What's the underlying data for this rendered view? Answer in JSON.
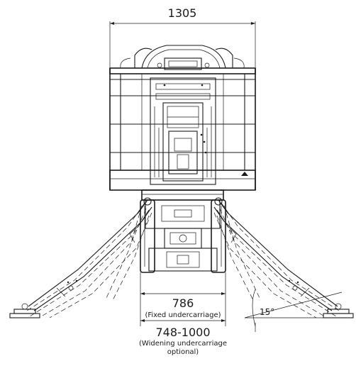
{
  "dimensions": {
    "overall_width": "1305",
    "fixed_track": "786",
    "fixed_track_note": "(Fixed undercarriage)",
    "widening_track": "748-1000",
    "widening_note_line1": "(Widening undercarriage",
    "widening_note_line2": "optional)",
    "outrigger_angle": "15°"
  }
}
